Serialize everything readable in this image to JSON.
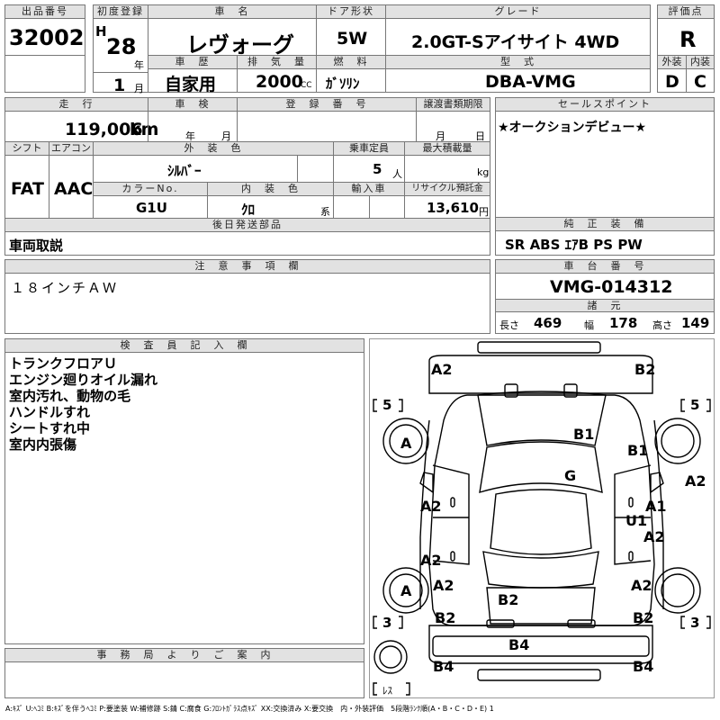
{
  "auction": {
    "lot_header": "出品番号",
    "lot_number": "32002",
    "first_reg_header": "初度登録",
    "era": "H",
    "year": "28",
    "year_unit": "年",
    "month": "1",
    "month_unit": "月",
    "name_header": "車　名",
    "car_name": "レヴォーグ",
    "door_header": "ドア形状",
    "doors": "5W",
    "grade_header": "グレード",
    "grade": "2.0GT-Sアイサイト 4WD",
    "score_header": "評価点",
    "score": "R",
    "history_header": "車　歴",
    "history": "自家用",
    "displacement_header": "排　気　量",
    "displacement": "2000",
    "cc": "CC",
    "fuel_header": "燃　料",
    "fuel": "ｶﾞｿﾘﾝ",
    "model_header": "型　式",
    "model": "DBA-VMG",
    "exterior_header": "外装",
    "exterior": "D",
    "interior_header": "内装",
    "interior": "C"
  },
  "specs": {
    "mileage_header": "走　行",
    "mileage": "119,006",
    "km": "km",
    "inspection_header": "車　検",
    "year_unit": "年",
    "month_unit": "月",
    "reg_header": "登　録　番　号",
    "transfer_header": "譲渡書類期限",
    "transfer_month": "月",
    "transfer_day": "日",
    "sales_header": "セールスポイント",
    "sales_point": "★オークションデビュー★",
    "shift_header": "シフト",
    "shift": "FAT",
    "ac_header": "エアコン",
    "ac": "AAC",
    "color_header": "外　装　色",
    "color": "ｼﾙﾊﾞｰ",
    "capacity_header": "乗車定員",
    "capacity": "5",
    "person_unit": "人",
    "load_header": "最大積載量",
    "kg": "kg",
    "color_no_header": "カラーNo.",
    "color_no": "G1U",
    "int_color_header": "内　装　色",
    "int_color": "ｸﾛ",
    "kei": "系",
    "import_header": "輸入車",
    "recycle_header": "リサイクル預託金",
    "recycle": "13,610",
    "yen": "円",
    "later_header": "後日発送部品",
    "later": "車両取説",
    "equip_header": "純　正　装　備",
    "equip": "SR  ABS  ｴｱB  PS  PW",
    "notes_header": "注　意　事　項　欄",
    "notes": "１８インチＡＷ",
    "chassis_header": "車　台　番　号",
    "chassis": "VMG-014312",
    "dims_header": "諸　元",
    "len_label": "長さ",
    "length": "469",
    "wid_label": "幅",
    "width": "178",
    "hei_label": "高さ",
    "height": "149"
  },
  "inspector": {
    "header": "検　査　員　記　入　欄",
    "lines": [
      "トランクフロアＵ",
      "エンジン廻りオイル漏れ",
      "室内汚れ、動物の毛",
      "ハンドルすれ",
      "シートすれ中",
      "室内内張傷"
    ]
  },
  "office": {
    "header": "事　務　局　よ　り　ご　案　内"
  },
  "diagram": {
    "marks": [
      "A2",
      "B2",
      "B1",
      "B1",
      "G",
      "A2",
      "A1",
      "U1",
      "A2",
      "A2",
      "A2",
      "A2",
      "B2",
      "B2",
      "B2",
      "B4",
      "B4",
      "B4",
      "A2",
      "A",
      "A"
    ],
    "tire_front": "5",
    "tire_rear": "3",
    "spare": "ﾚｽ"
  },
  "legend": "A:ｷｽﾞ U:ﾍｺﾐ B:ｷｽﾞを伴うﾍｺﾐ P:要塗装 W:補修跡 S:錆 C:腐食 G:ﾌﾛﾝﾄｶﾞﾗｽ点ｷｽﾞ XX:交換済み X:要交換　内・外装評価　5段階ﾗﾝｸ順(A・B・C・D・E) 1"
}
